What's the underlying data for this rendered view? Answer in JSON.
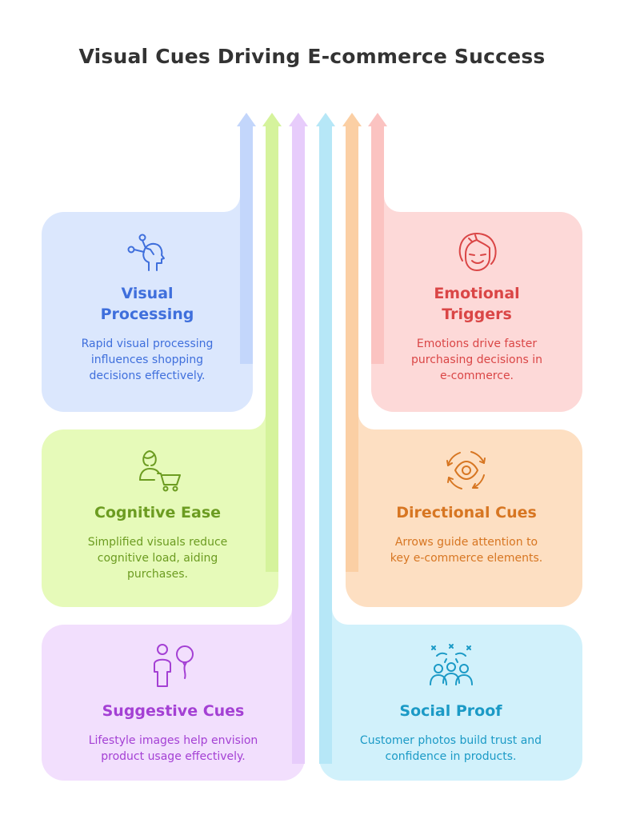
{
  "title": "Visual Cues Driving E-commerce Success",
  "colors": {
    "blue_fill": "#dbe7fd",
    "blue_arrow": "#c3d6fb",
    "blue_text": "#3f6fdc",
    "green_fill": "#e6fab9",
    "green_arrow": "#d5f39c",
    "green_text": "#6c9c21",
    "purple_fill": "#f2dffd",
    "purple_arrow": "#e7ccfb",
    "purple_text": "#a440d4",
    "cyan_fill": "#d1f1fb",
    "cyan_arrow": "#b6e7f7",
    "cyan_text": "#1b9ac6",
    "orange_fill": "#fddfc2",
    "orange_arrow": "#fbcfa4",
    "orange_text": "#d77622",
    "red_fill": "#fdd9d8",
    "red_arrow": "#fbc3c1",
    "red_text": "#da4646"
  },
  "cards": {
    "visual_processing": {
      "title_line1": "Visual",
      "title_line2": "Processing",
      "desc_line1": "Rapid visual processing",
      "desc_line2": "influences shopping",
      "desc_line3": "decisions effectively.",
      "icon": "head-neural-icon"
    },
    "cognitive_ease": {
      "title": "Cognitive Ease",
      "desc_line1": "Simplified visuals reduce",
      "desc_line2": "cognitive load, aiding",
      "desc_line3": "purchases.",
      "icon": "shopper-cart-icon"
    },
    "suggestive_cues": {
      "title": "Suggestive Cues",
      "desc_line1": "Lifestyle images help envision",
      "desc_line2": "product usage effectively.",
      "icon": "person-balloon-icon"
    },
    "emotional_triggers": {
      "title_line1": "Emotional",
      "title_line2": "Triggers",
      "desc_line1": "Emotions drive faster",
      "desc_line2": "purchasing decisions in",
      "desc_line3": "e-commerce.",
      "icon": "smiling-face-icon"
    },
    "directional_cues": {
      "title": "Directional Cues",
      "desc_line1": "Arrows guide attention to",
      "desc_line2": "key e-commerce elements.",
      "icon": "eye-arrows-icon"
    },
    "social_proof": {
      "title": "Social Proof",
      "desc_line1": "Customer photos build trust and",
      "desc_line2": "confidence in products.",
      "icon": "cheering-group-icon"
    }
  }
}
